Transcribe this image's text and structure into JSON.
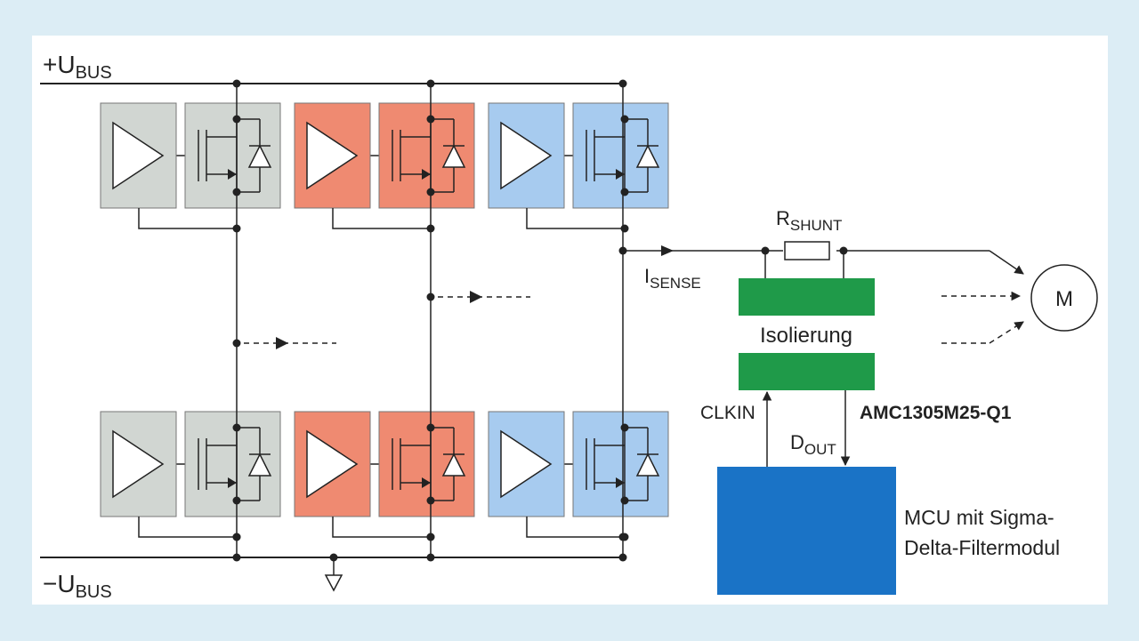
{
  "colors": {
    "background": "#dcedf5",
    "panel": "#ffffff",
    "phase_gray": "#d1d6d2",
    "phase_orange": "#ef8a71",
    "phase_blue": "#a7cbef",
    "isolator": "#1f9a49",
    "mcu": "#1a73c6",
    "wire": "#222222"
  },
  "labels": {
    "vbus_pos": "+U",
    "vbus_pos_sub": "BUS",
    "vbus_neg": "−U",
    "vbus_neg_sub": "BUS",
    "shunt": "R",
    "shunt_sub": "SHUNT",
    "isense": "I",
    "isense_sub": "SENSE",
    "isolation": "Isolierung",
    "clkin": "CLKIN",
    "dout": "D",
    "dout_sub": "OUT",
    "device": "AMC1305M25-Q1",
    "mcu_line1": "MCU mit Sigma-",
    "mcu_line2": "Delta-Filtermodul",
    "motor": "M"
  }
}
